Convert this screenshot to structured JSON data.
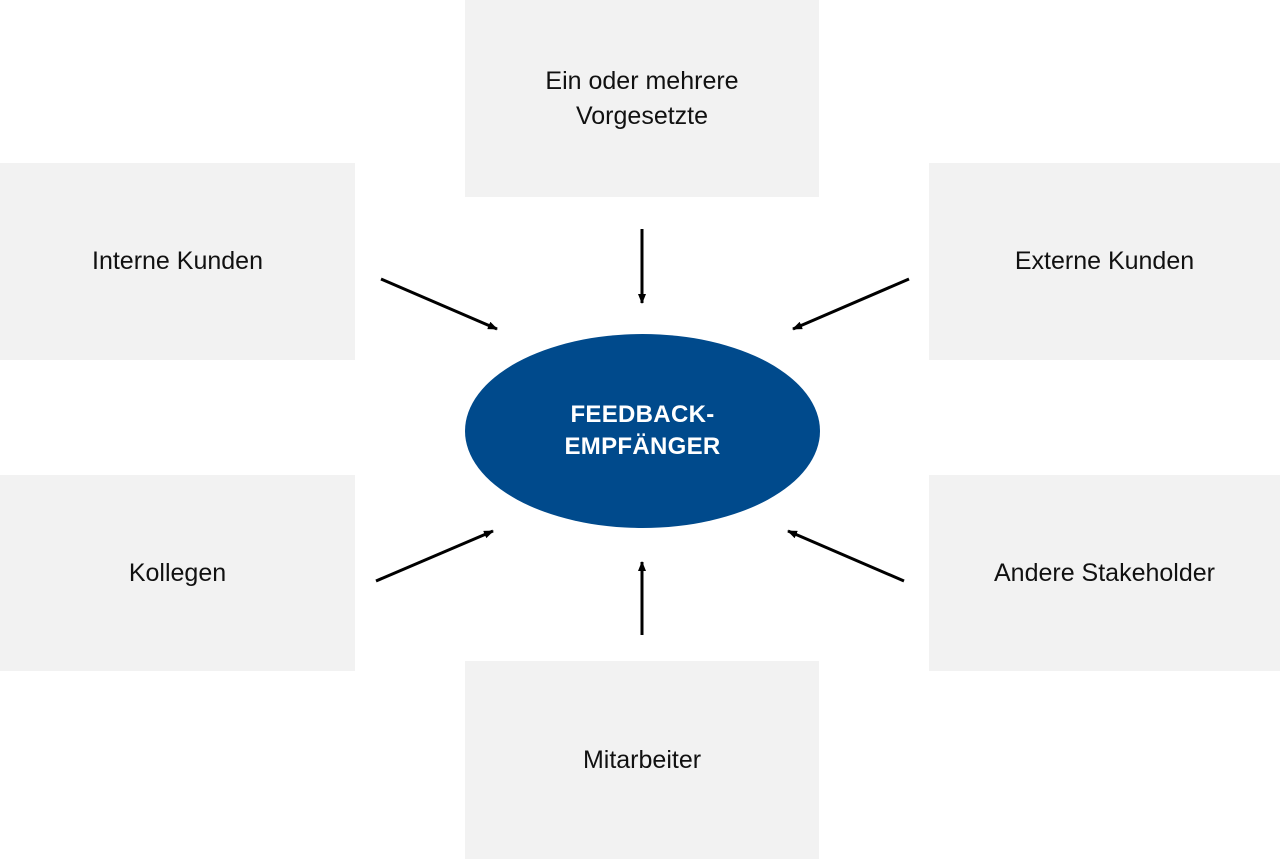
{
  "center": {
    "label": "FEEDBACK-\nEMPFÄNGER"
  },
  "sources": {
    "top": "Ein oder mehrere\nVorgesetzte",
    "top_left": "Interne Kunden",
    "top_right": "Externe Kunden",
    "bottom_left": "Kollegen",
    "bottom_right": "Andere Stakeholder",
    "bottom": "Mitarbeiter"
  },
  "colors": {
    "box_fill": "#f2f2f2",
    "center_fill": "#004a8c",
    "center_text": "#ffffff",
    "arrow": "#000000"
  }
}
